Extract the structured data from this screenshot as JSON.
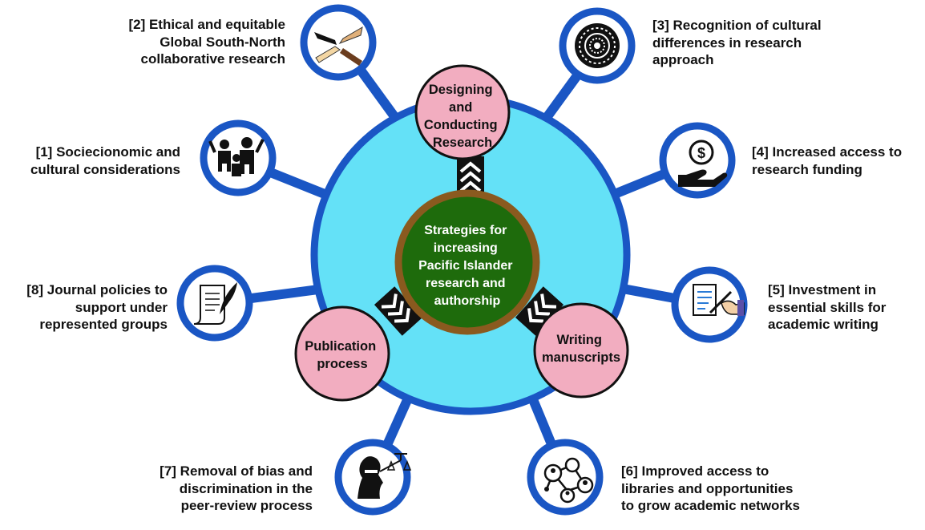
{
  "colors": {
    "big_circle": "#64e1f7",
    "ring_blue": "#1a56c4",
    "spoke_blue": "#1a56c4",
    "pink_node": "#f2adc0",
    "center_green": "#1e6b0c",
    "center_ring": "#8a5a1f",
    "icon_bg": "#ffffff",
    "chevron_strip": "#111111"
  },
  "center": {
    "lines": [
      "Strategies for",
      "increasing",
      "Pacific Islander",
      "research and",
      "authorship"
    ]
  },
  "stages": {
    "designing": {
      "lines": [
        "Designing",
        "and",
        "Conducting",
        "Research"
      ]
    },
    "writing": {
      "lines": [
        "Writing",
        "manuscripts"
      ]
    },
    "publication": {
      "lines": [
        "Publication",
        "process"
      ]
    }
  },
  "strategies": {
    "s1": {
      "lines": [
        "[1] Sociecionomic and",
        "cultural considerations"
      ],
      "icon": "family-icon"
    },
    "s2": {
      "lines": [
        "[2] Ethical and equitable",
        "Global South-North",
        "collaborative research"
      ],
      "icon": "joined-hands-icon"
    },
    "s3": {
      "lines": [
        "[3] Recognition of cultural",
        "differences in research",
        "approach"
      ],
      "icon": "cultural-pattern-icon"
    },
    "s4": {
      "lines": [
        "[4] Increased access to",
        "research funding"
      ],
      "icon": "funding-hand-icon"
    },
    "s5": {
      "lines": [
        "[5] Investment in",
        "essential skills for",
        "academic writing"
      ],
      "icon": "writing-hand-icon"
    },
    "s6": {
      "lines": [
        "[6] Improved access to",
        "libraries and opportunities",
        "to grow academic networks"
      ],
      "icon": "network-icon"
    },
    "s7": {
      "lines": [
        "[7] Removal of bias and",
        "discrimination in the",
        "peer-review process"
      ],
      "icon": "lady-justice-icon"
    },
    "s8": {
      "lines": [
        "[8] Journal policies to",
        "support under",
        "represented groups"
      ],
      "icon": "scroll-quill-icon"
    }
  }
}
